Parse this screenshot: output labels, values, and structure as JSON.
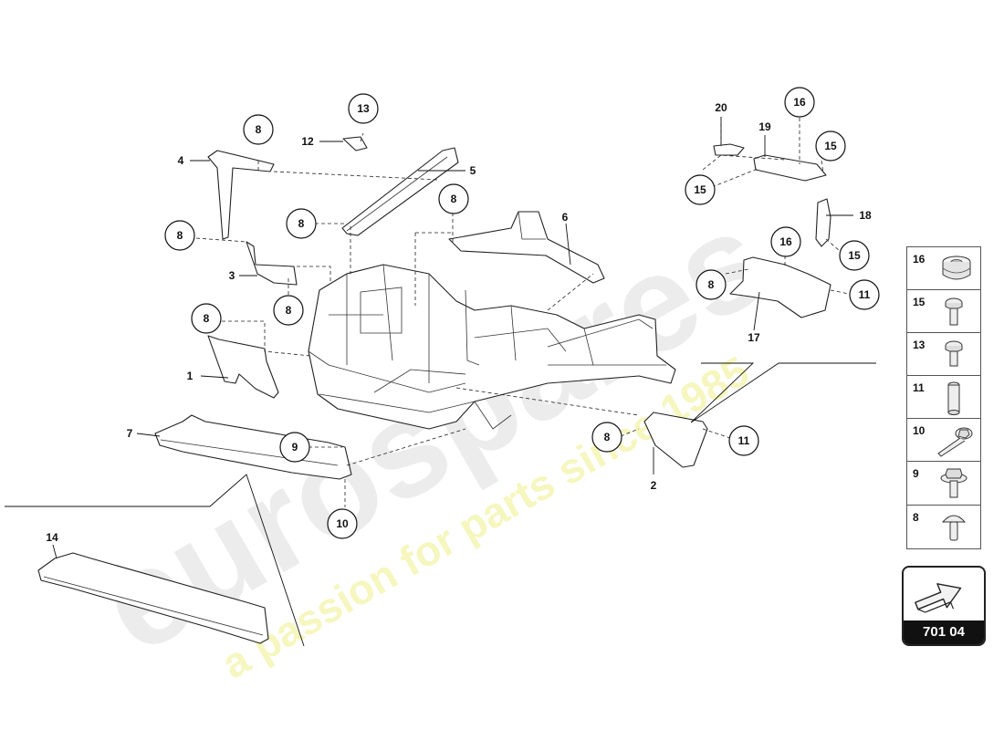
{
  "callouts": [
    {
      "id": "c1",
      "label": "1",
      "circled": false
    },
    {
      "id": "c2",
      "label": "2",
      "circled": false
    },
    {
      "id": "c3",
      "label": "3",
      "circled": false
    },
    {
      "id": "c4",
      "label": "4",
      "circled": false
    },
    {
      "id": "c5",
      "label": "5",
      "circled": false
    },
    {
      "id": "c6",
      "label": "6",
      "circled": false
    },
    {
      "id": "c7",
      "label": "7",
      "circled": false
    },
    {
      "id": "c8a",
      "label": "8",
      "circled": true
    },
    {
      "id": "c8b",
      "label": "8",
      "circled": true
    },
    {
      "id": "c8c",
      "label": "8",
      "circled": true
    },
    {
      "id": "c8d",
      "label": "8",
      "circled": true
    },
    {
      "id": "c8e",
      "label": "8",
      "circled": true
    },
    {
      "id": "c8f",
      "label": "8",
      "circled": true
    },
    {
      "id": "c8g",
      "label": "8",
      "circled": true
    },
    {
      "id": "c8h",
      "label": "8",
      "circled": true
    },
    {
      "id": "c9",
      "label": "9",
      "circled": true
    },
    {
      "id": "c10",
      "label": "10",
      "circled": true
    },
    {
      "id": "c11a",
      "label": "11",
      "circled": true
    },
    {
      "id": "c11b",
      "label": "11",
      "circled": true
    },
    {
      "id": "c12",
      "label": "12",
      "circled": false
    },
    {
      "id": "c13",
      "label": "13",
      "circled": true
    },
    {
      "id": "c14",
      "label": "14",
      "circled": false
    },
    {
      "id": "c15a",
      "label": "15",
      "circled": true
    },
    {
      "id": "c15b",
      "label": "15",
      "circled": true
    },
    {
      "id": "c15c",
      "label": "15",
      "circled": true
    },
    {
      "id": "c16a",
      "label": "16",
      "circled": true
    },
    {
      "id": "c16b",
      "label": "16",
      "circled": true
    },
    {
      "id": "c17",
      "label": "17",
      "circled": false
    },
    {
      "id": "c18",
      "label": "18",
      "circled": false
    },
    {
      "id": "c19",
      "label": "19",
      "circled": false
    },
    {
      "id": "c20",
      "label": "20",
      "circled": false
    }
  ],
  "legend": [
    {
      "number": "16",
      "icon": "grommet-icon"
    },
    {
      "number": "15",
      "icon": "flat-head-screw-icon"
    },
    {
      "number": "13",
      "icon": "flat-head-screw-icon"
    },
    {
      "number": "11",
      "icon": "sleeve-bolt-icon"
    },
    {
      "number": "10",
      "icon": "flange-bolt-icon"
    },
    {
      "number": "9",
      "icon": "hex-bolt-icon"
    },
    {
      "number": "8",
      "icon": "mushroom-head-rivet-icon"
    }
  ],
  "catalog": {
    "number": "701 04",
    "icon": "direction-arrow-icon"
  },
  "watermark": {
    "brand": "eurospares",
    "tagline": "a passion for parts since 1985",
    "colors": {
      "brand": "#e6e6e6",
      "tagline": "#f4f4b4"
    }
  }
}
